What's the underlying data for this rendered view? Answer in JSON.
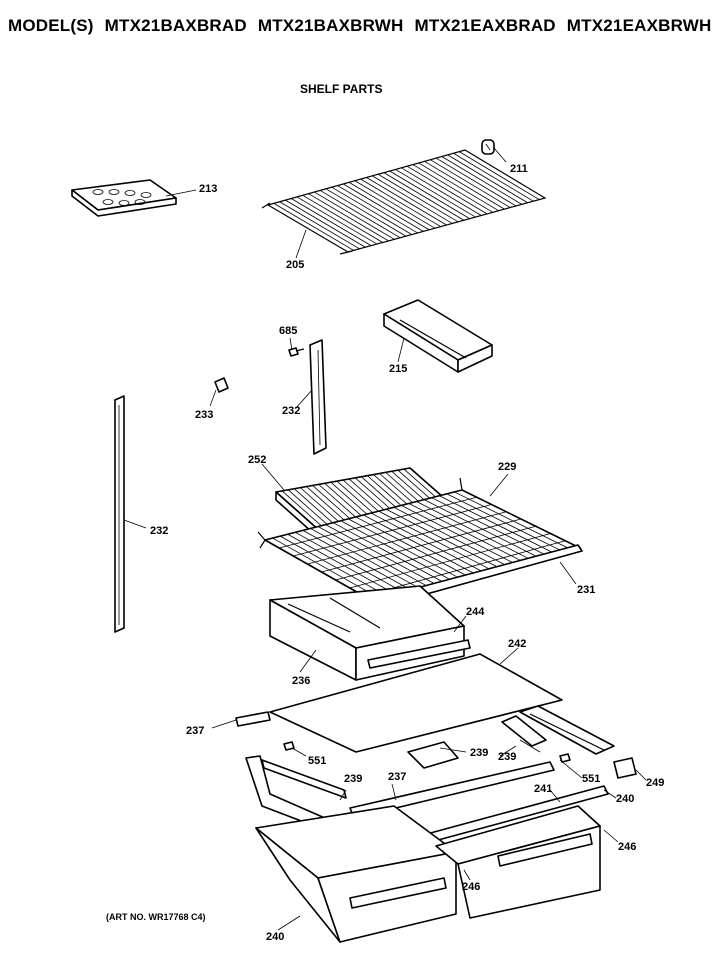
{
  "header": {
    "prefix": "MODEL(S)",
    "models": [
      "MTX21BAXBRAD",
      "MTX21BAXBRWH",
      "MTX21EAXBRAD",
      "MTX21EAXBRWH"
    ]
  },
  "subtitle": "SHELF PARTS",
  "art_no": "(ART NO. WR17768 C4)",
  "callouts": {
    "c211": "211",
    "c213": "213",
    "c205": "205",
    "c215": "215",
    "c685": "685",
    "c233": "233",
    "c232a": "232",
    "c232b": "232",
    "c252": "252",
    "c229": "229",
    "c231": "231",
    "c244": "244",
    "c236": "236",
    "c242": "242",
    "c237a": "237",
    "c551a": "551",
    "c239a": "239",
    "c239b": "239",
    "c239c": "239",
    "c237b": "237",
    "c551b": "551",
    "c249": "249",
    "c241": "241",
    "c240a": "240",
    "c246a": "246",
    "c246b": "246",
    "c240b": "240"
  }
}
